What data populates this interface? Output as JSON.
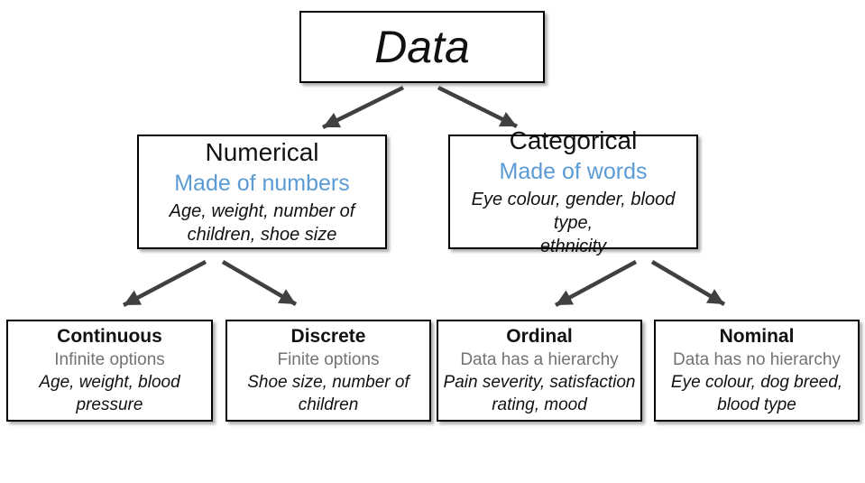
{
  "diagram": {
    "root": {
      "title": "Data"
    },
    "level1": [
      {
        "title": "Numerical",
        "subtitle": "Made of numbers",
        "examples": "Age, weight, number of\nchildren, shoe size"
      },
      {
        "title": "Categorical",
        "subtitle": "Made of words",
        "examples": "Eye colour, gender, blood type,\nethnicity"
      }
    ],
    "level2": [
      {
        "title": "Continuous",
        "subtitle": "Infinite options",
        "examples": "Age, weight, blood\npressure"
      },
      {
        "title": "Discrete",
        "subtitle": "Finite options",
        "examples": "Shoe size, number of\nchildren"
      },
      {
        "title": "Ordinal",
        "subtitle": "Data has a hierarchy",
        "examples": "Pain severity, satisfaction\nrating, mood"
      },
      {
        "title": "Nominal",
        "subtitle": "Data has no hierarchy",
        "examples": "Eye colour, dog breed,\nblood type"
      }
    ]
  },
  "colors": {
    "accent_blue": "#5B9BD5",
    "muted_gray": "#767171",
    "arrow_color": "#404040",
    "border_color": "#000000"
  }
}
